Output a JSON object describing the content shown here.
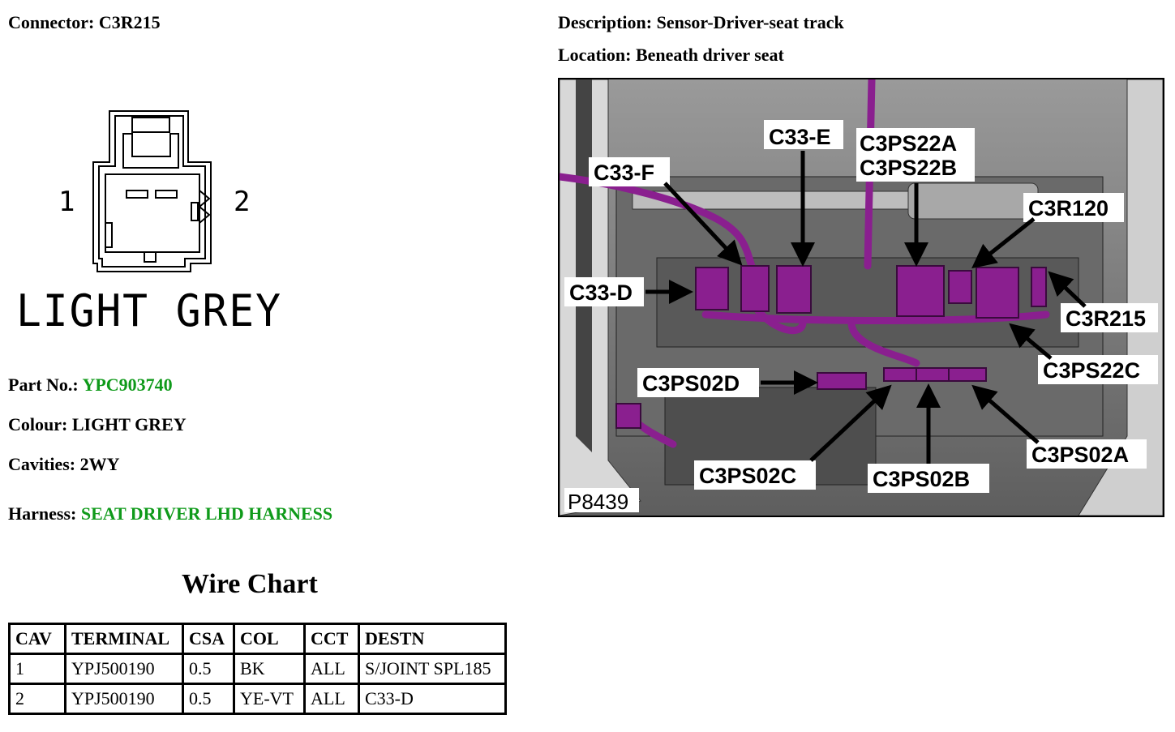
{
  "connector": {
    "label": "Connector:",
    "value": "C3R215"
  },
  "description": {
    "label": "Description:",
    "value": "Sensor-Driver-seat track"
  },
  "location": {
    "label": "Location:",
    "value": "Beneath driver seat"
  },
  "pin_labels": {
    "left": "1",
    "right": "2"
  },
  "color_caption": "LIGHT GREY",
  "part_no": {
    "label": "Part No.:",
    "value": "YPC903740"
  },
  "colour": {
    "label": "Colour:",
    "value": "LIGHT GREY"
  },
  "cavities": {
    "label": "Cavities:",
    "value": "2WY"
  },
  "harness": {
    "label": "Harness:",
    "value": "SEAT DRIVER LHD HARNESS"
  },
  "wire_chart": {
    "title": "Wire Chart",
    "headers": [
      "CAV",
      "TERMINAL",
      "CSA",
      "COL",
      "CCT",
      "DESTN"
    ],
    "rows": [
      [
        "1",
        "YPJ500190",
        "0.5",
        "BK",
        "ALL",
        "S/JOINT SPL185"
      ],
      [
        "2",
        "YPJ500190",
        "0.5",
        "YE-VT",
        "ALL",
        "C33-D"
      ]
    ]
  },
  "photo": {
    "id_label": "P8439",
    "callouts": {
      "c33e": "C33-E",
      "c3ps22a": "C3PS22A",
      "c3ps22b": "C3PS22B",
      "c33f": "C33-F",
      "c3r120": "C3R120",
      "c33d": "C33-D",
      "c3r215": "C3R215",
      "c3ps22c": "C3PS22C",
      "c3ps02d": "C3PS02D",
      "c3ps02a": "C3PS02A",
      "c3ps02c": "C3PS02C",
      "c3ps02b": "C3PS02B"
    }
  },
  "colors": {
    "link_green": "#0f9a1a",
    "connector_purple": "#8a1f8f"
  }
}
